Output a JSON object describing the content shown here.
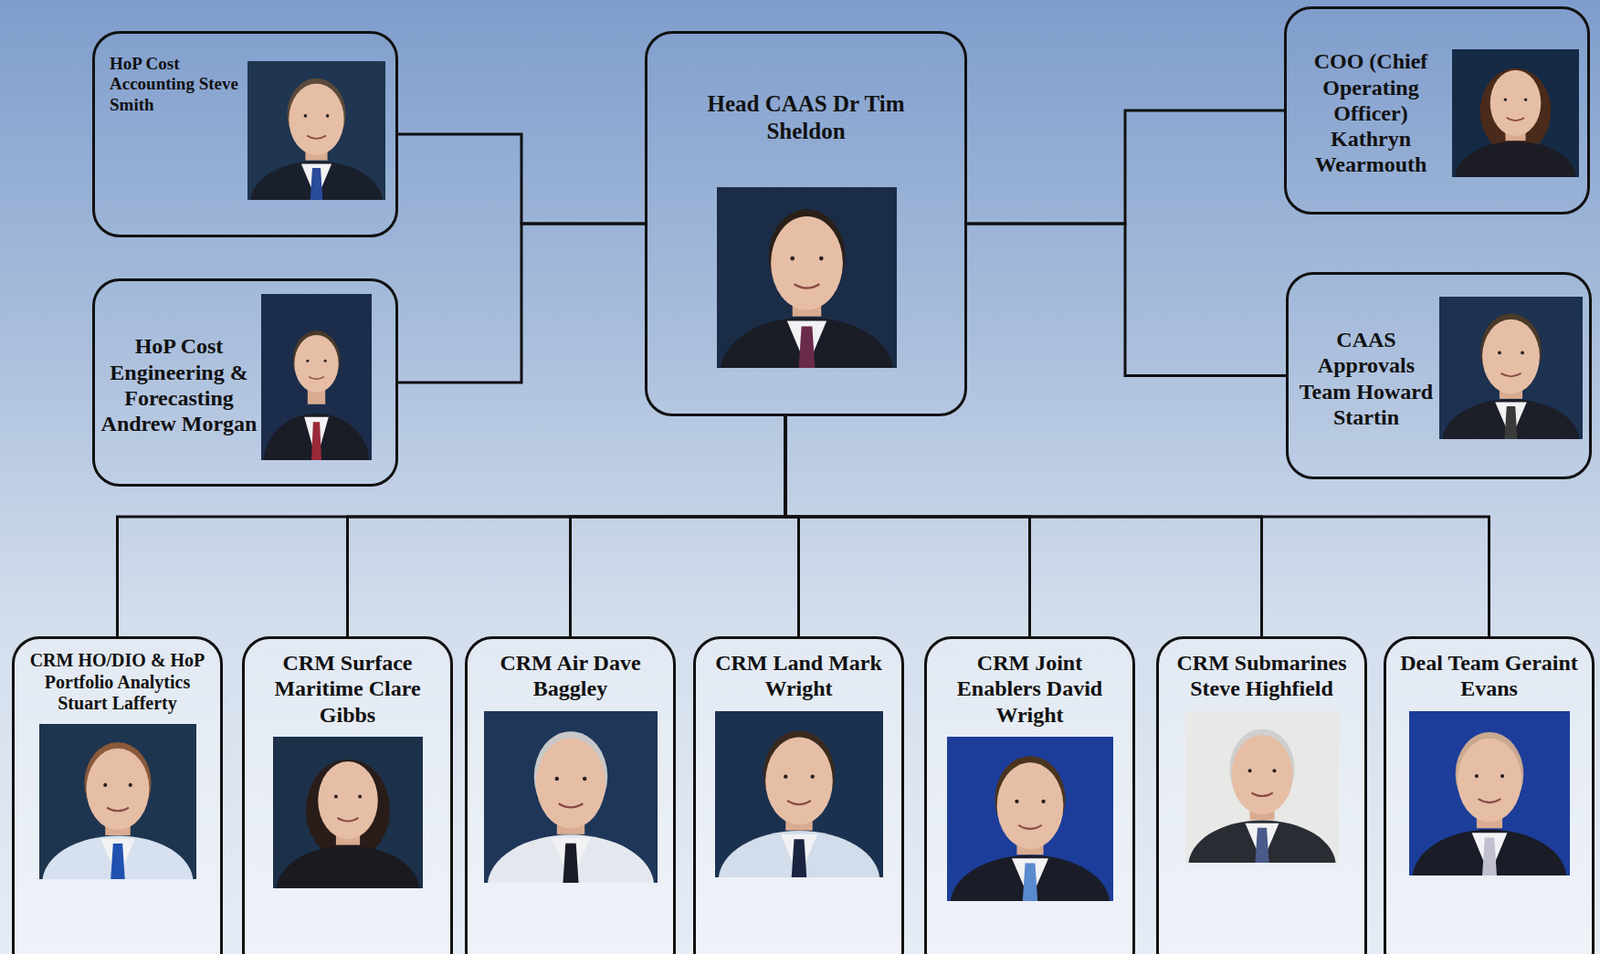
{
  "diagram": {
    "nodes": [
      {
        "text": [
          "HoP Cost Accounting Steve Smith"
        ]
      },
      {
        "text": [
          "Head CAAS Dr Tim Sheldon"
        ]
      },
      {
        "text": [
          "COO (Chief Operating Officer) Kathryn Wearmouth"
        ]
      },
      {
        "text": [
          "HoP Cost Engineering & Forecasting Andrew Morgan"
        ]
      },
      {
        "text": [
          "CAAS Approvals Team Howard Startin"
        ]
      },
      {
        "text": [
          "CRM HO/DIO & HoP Portfolio Analytics Stuart Lafferty"
        ]
      },
      {
        "text": [
          "CRM Surface Maritime Clare Gibbs"
        ]
      },
      {
        "text": [
          "CRM Air Dave Baggley"
        ]
      },
      {
        "text": [
          "CRM Land Mark Wright"
        ]
      },
      {
        "text": [
          "CRM Joint Enablers David Wright"
        ]
      },
      {
        "text": [
          "CRM Submarines Steve Highfield"
        ]
      },
      {
        "text": [
          "Deal Team Geraint Evans"
        ]
      }
    ],
    "edges": [
      {
        "from": 1,
        "to": 0,
        "arrow": "none"
      },
      {
        "from": 1,
        "to": 3,
        "arrow": "none"
      },
      {
        "from": 1,
        "to": 2,
        "arrow": "none"
      },
      {
        "from": 1,
        "to": 4,
        "arrow": "none"
      },
      {
        "from": 1,
        "to": 5,
        "arrow": "none"
      },
      {
        "from": 1,
        "to": 6,
        "arrow": "none"
      },
      {
        "from": 1,
        "to": 7,
        "arrow": "none"
      },
      {
        "from": 1,
        "to": 8,
        "arrow": "none"
      },
      {
        "from": 1,
        "to": 9,
        "arrow": "none"
      },
      {
        "from": 1,
        "to": 10,
        "arrow": "none"
      },
      {
        "from": 1,
        "to": 11,
        "arrow": "none"
      }
    ]
  }
}
